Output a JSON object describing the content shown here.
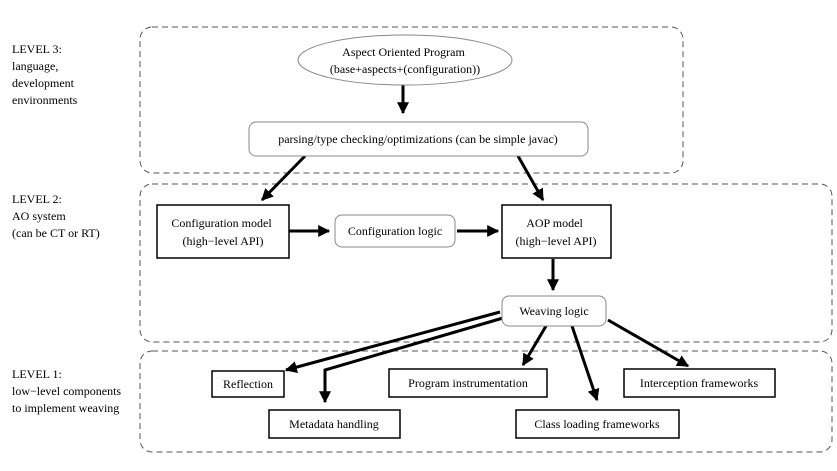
{
  "levels": {
    "level3": {
      "lines": [
        "LEVEL 3:",
        "language,",
        "development",
        "environments"
      ]
    },
    "level2": {
      "lines": [
        "LEVEL 2:",
        "AO system",
        "(can be CT or RT)"
      ]
    },
    "level1": {
      "lines": [
        "LEVEL 1:",
        "low−level components",
        "to implement weaving"
      ]
    }
  },
  "nodes": {
    "aspect_program": {
      "lines": [
        "Aspect Oriented Program",
        "(base+aspects+(configuration))"
      ]
    },
    "parsing": {
      "label": "parsing/type checking/optimizations (can be simple javac)"
    },
    "config_model": {
      "lines": [
        "Configuration model",
        "(high−level API)"
      ]
    },
    "config_logic": {
      "label": "Configuration logic"
    },
    "aop_model": {
      "lines": [
        "AOP model",
        "(high−level API)"
      ]
    },
    "weaving_logic": {
      "label": "Weaving logic"
    },
    "reflection": {
      "label": "Reflection"
    },
    "metadata": {
      "label": "Metadata handling"
    },
    "program_instr": {
      "label": "Program instrumentation"
    },
    "class_loading": {
      "label": "Class loading frameworks"
    },
    "interception": {
      "label": "Interception frameworks"
    }
  },
  "colors": {
    "line": "#000000",
    "soft_border": "#888888",
    "dash": "#555555",
    "background": "#ffffff"
  }
}
